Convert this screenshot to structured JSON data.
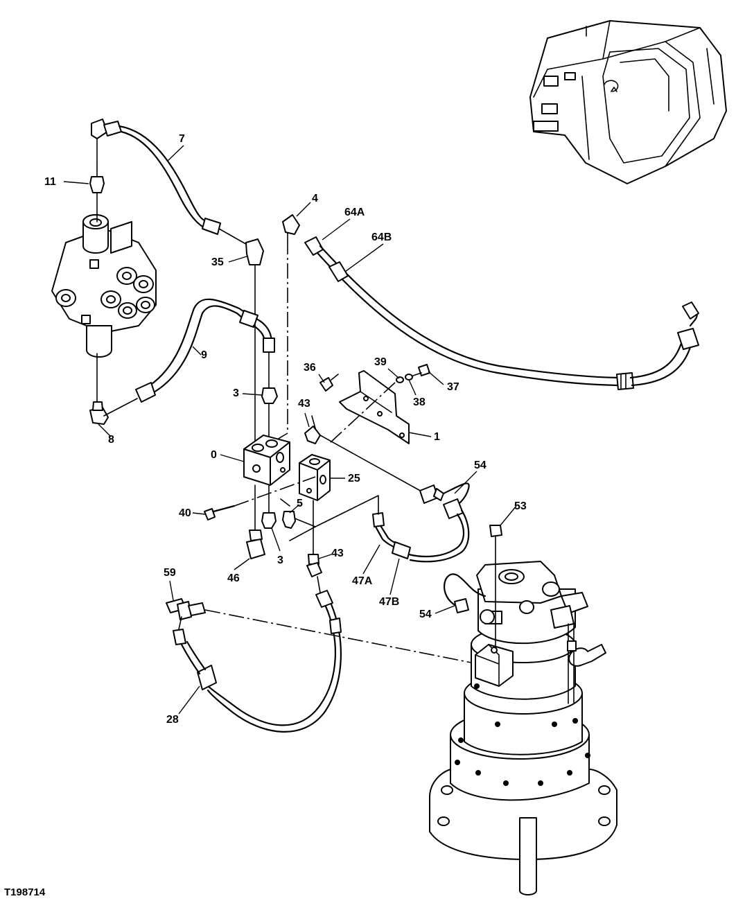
{
  "figure_id": "T198714",
  "callouts": {
    "c7": "7",
    "c11": "11",
    "c4": "4",
    "c64a": "64A",
    "c64b": "64B",
    "c35": "35",
    "c9": "9",
    "c36": "36",
    "c39": "39",
    "c37": "37",
    "c38": "38",
    "c3a": "3",
    "c43a": "43",
    "c8": "8",
    "c1": "1",
    "c0": "0",
    "c25": "25",
    "c54a": "54",
    "c5": "5",
    "c53": "53",
    "c40": "40",
    "c3b": "3",
    "c43b": "43",
    "c46": "46",
    "c47a": "47A",
    "c47b": "47B",
    "c59": "59",
    "c54b": "54",
    "c28": "28"
  }
}
